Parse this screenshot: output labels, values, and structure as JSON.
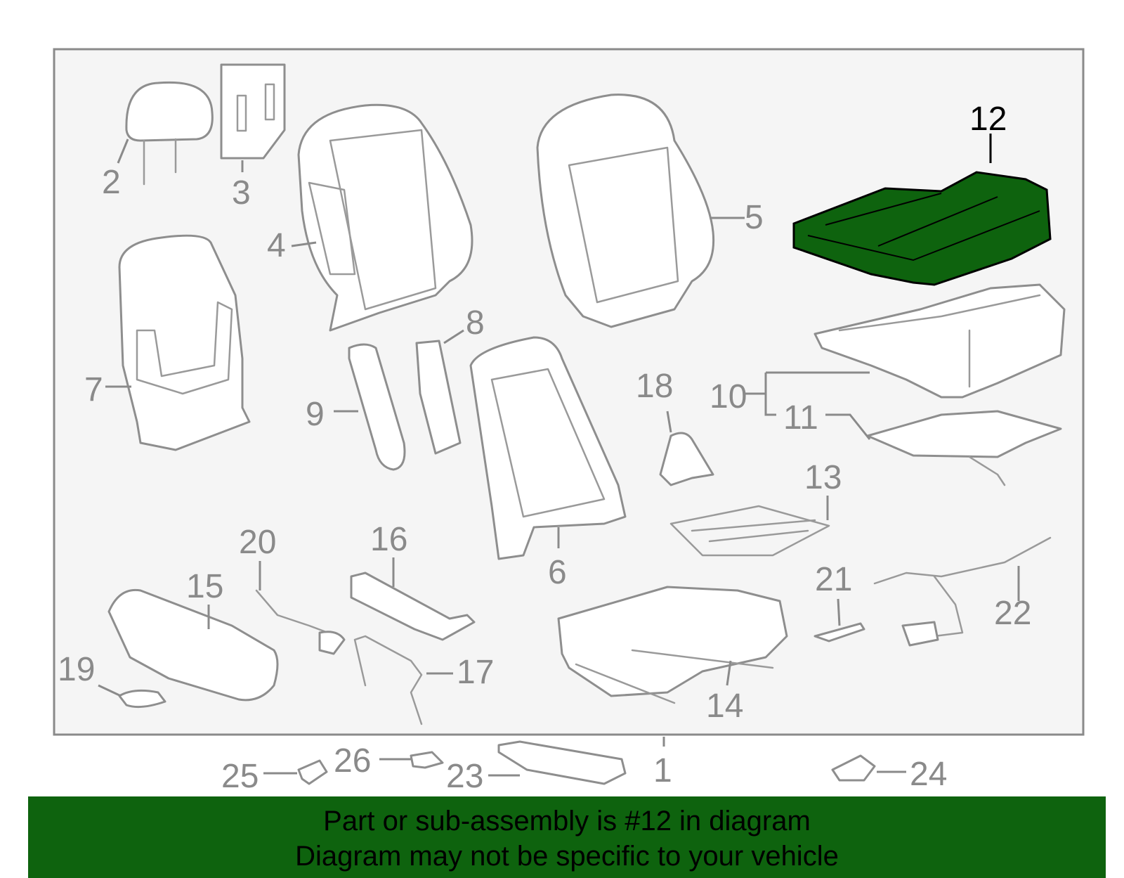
{
  "highlight_color": "#0e630e",
  "frame_color": "#8a8a8a",
  "highlighted_part": "12",
  "callouts": {
    "c1": "1",
    "c2": "2",
    "c3": "3",
    "c4": "4",
    "c5": "5",
    "c6": "6",
    "c7": "7",
    "c8": "8",
    "c9": "9",
    "c10": "10",
    "c11": "11",
    "c12": "12",
    "c13": "13",
    "c14": "14",
    "c15": "15",
    "c16": "16",
    "c17": "17",
    "c18": "18",
    "c19": "19",
    "c20": "20",
    "c21": "21",
    "c22": "22",
    "c23": "23",
    "c24": "24",
    "c25": "25",
    "c26": "26"
  },
  "banner": {
    "line1": "Part or sub-assembly is #12 in diagram",
    "line2": "Diagram may not be specific to your vehicle"
  }
}
